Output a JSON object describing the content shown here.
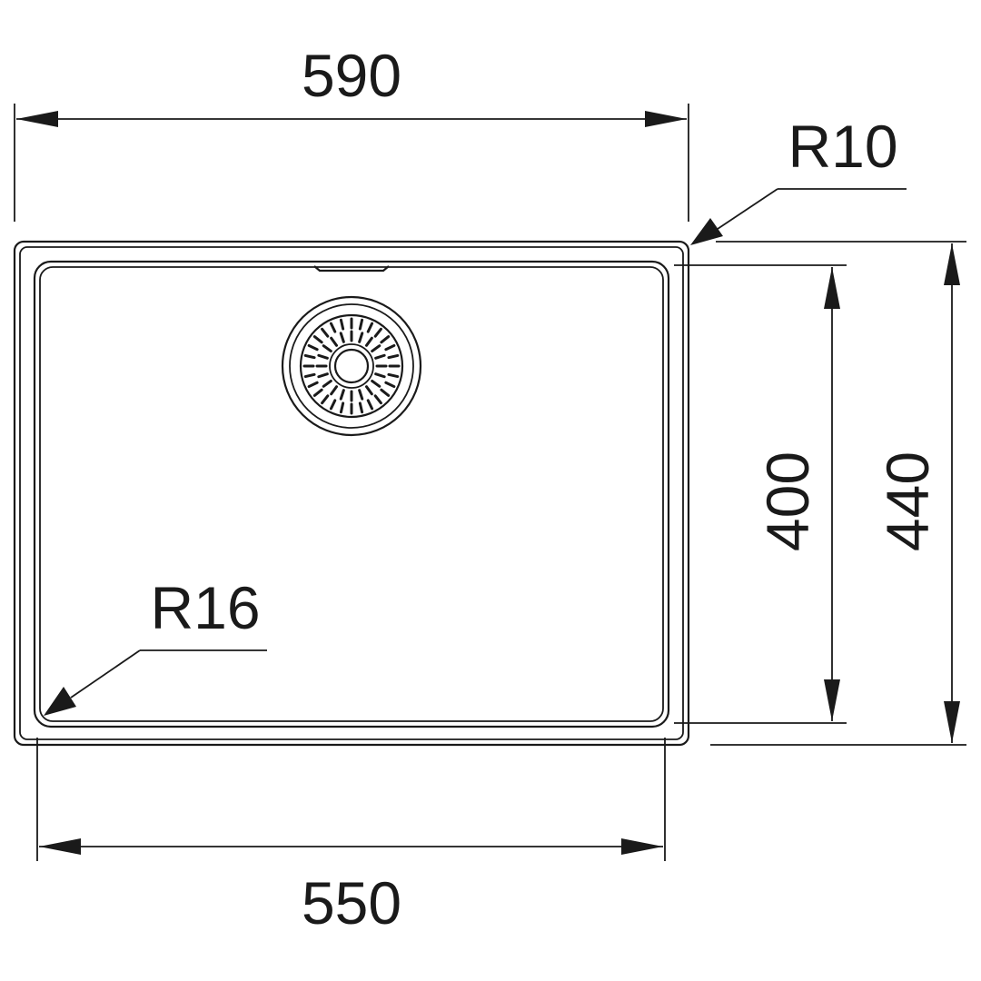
{
  "dimensions": {
    "outer_width": "590",
    "inner_width": "550",
    "inner_height": "400",
    "outer_height": "440",
    "outer_corner_radius": "R10",
    "inner_corner_radius": "R16"
  }
}
